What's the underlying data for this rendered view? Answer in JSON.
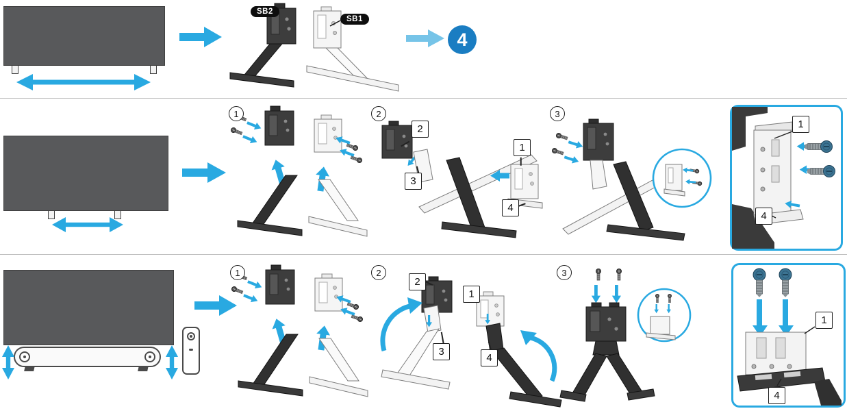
{
  "colors": {
    "accent_blue": "#29A9E1",
    "accent_blue_light": "#76C4E8",
    "badge_blue": "#1A7DC2",
    "tv_gray": "#58595B"
  },
  "section_top": {
    "part_labels": {
      "sb2": "SB2",
      "sb1": "SB1"
    },
    "next_step_badge": "4"
  },
  "section_middle": {
    "steps": [
      "1",
      "2",
      "3"
    ],
    "callouts": {
      "c1": "1",
      "c2": "2",
      "c3": "3",
      "c4": "4"
    },
    "detail_callouts": {
      "c1": "1",
      "c4": "4"
    }
  },
  "section_bottom": {
    "steps": [
      "1",
      "2",
      "3"
    ],
    "callouts": {
      "c1": "1",
      "c2": "2",
      "c3": "3",
      "c4": "4"
    },
    "detail_callouts": {
      "c1": "1",
      "c4": "4"
    }
  }
}
